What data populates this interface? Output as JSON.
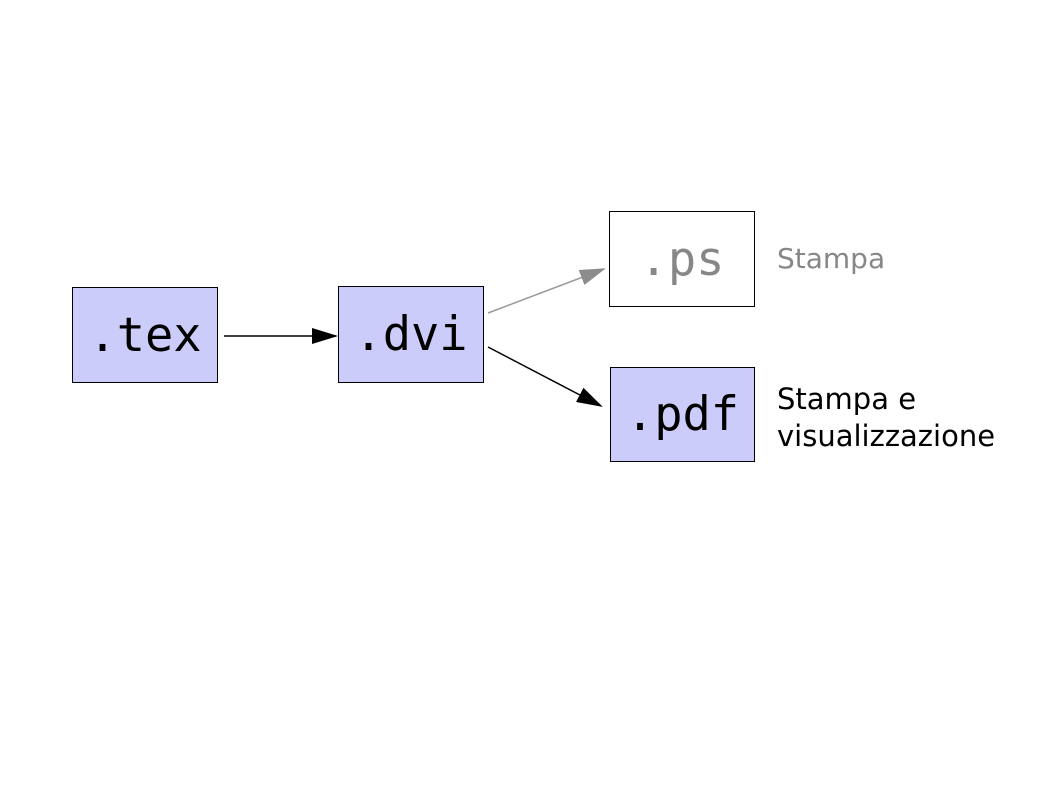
{
  "diagram": {
    "description": "LaTeX file conversion flow",
    "nodes": [
      {
        "id": "tex",
        "label": ".tex"
      },
      {
        "id": "dvi",
        "label": ".dvi"
      },
      {
        "id": "ps",
        "label": ".ps"
      },
      {
        "id": "pdf",
        "label": ".pdf"
      }
    ],
    "edges": [
      {
        "from": "tex",
        "to": "dvi",
        "color": "black"
      },
      {
        "from": "dvi",
        "to": "ps",
        "color": "gray"
      },
      {
        "from": "dvi",
        "to": "pdf",
        "color": "black"
      }
    ],
    "annotations": [
      {
        "for": "ps",
        "label": "Stampa"
      },
      {
        "for": "pdf",
        "label": "Stampa e visualizzazione"
      }
    ],
    "colors": {
      "node_fill": "#ccccfa",
      "node_border": "#000000",
      "muted_text": "#878787",
      "arrow_black": "#000000",
      "arrow_gray": "#8c8c8c",
      "background": "#ffffff"
    }
  }
}
